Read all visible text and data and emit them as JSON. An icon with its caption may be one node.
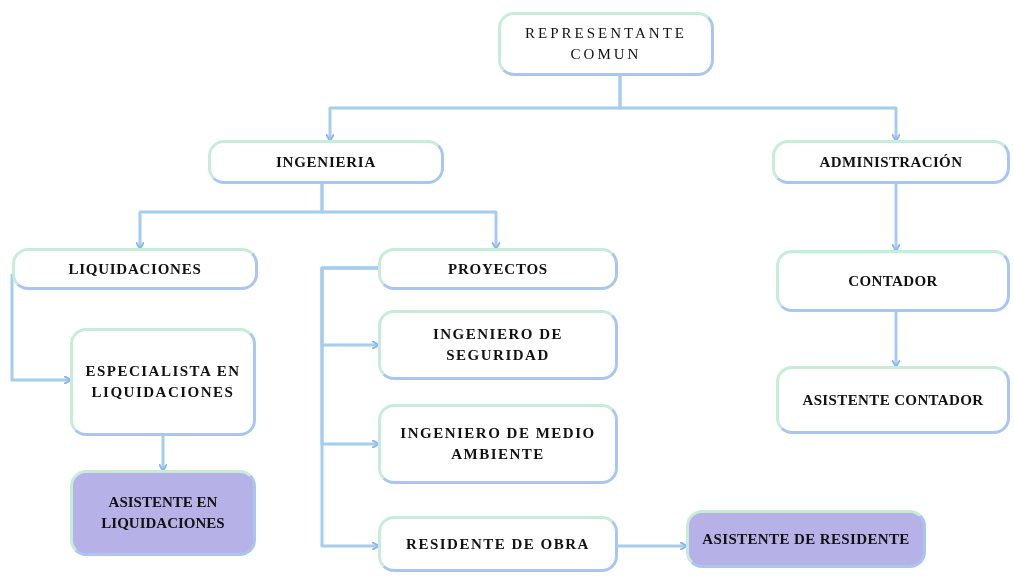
{
  "diagram": {
    "nodes": [
      {
        "text": [
          "REPRESENTANTE COMUN"
        ]
      },
      {
        "text": [
          "INGENIERIA"
        ]
      },
      {
        "text": [
          "ADMINISTRACIÓN"
        ]
      },
      {
        "text": [
          "LIQUIDACIONES"
        ]
      },
      {
        "text": [
          "PROYECTOS"
        ]
      },
      {
        "text": [
          "ESPECIALISTA EN LIQUIDACIONES"
        ]
      },
      {
        "text": [
          "CONTADOR"
        ]
      },
      {
        "text": [
          "INGENIERO DE SEGURIDAD"
        ]
      },
      {
        "text": [
          "ASISTENTE CONTADOR"
        ]
      },
      {
        "text": [
          "INGENIERO DE MEDIO AMBIENTE"
        ]
      },
      {
        "text": [
          "ASISTENTE EN LIQUIDACIONES"
        ]
      },
      {
        "text": [
          "RESIDENTE DE OBRA"
        ]
      },
      {
        "text": [
          "ASISTENTE DE RESIDENTE"
        ]
      }
    ],
    "edges": [
      {
        "from": 0,
        "to": 1,
        "arrow": "to"
      },
      {
        "from": 0,
        "to": 2,
        "arrow": "to"
      },
      {
        "from": 1,
        "to": 3,
        "arrow": "to"
      },
      {
        "from": 1,
        "to": 4,
        "arrow": "to"
      },
      {
        "from": 2,
        "to": 6,
        "arrow": "to"
      },
      {
        "from": 6,
        "to": 8,
        "arrow": "to"
      },
      {
        "from": 3,
        "to": 5,
        "arrow": "to"
      },
      {
        "from": 5,
        "to": 10,
        "arrow": "to"
      },
      {
        "from": 4,
        "to": 7,
        "arrow": "to"
      },
      {
        "from": 4,
        "to": 9,
        "arrow": "to"
      },
      {
        "from": 4,
        "to": 11,
        "arrow": "to"
      },
      {
        "from": 11,
        "to": 12,
        "arrow": "to"
      }
    ]
  }
}
